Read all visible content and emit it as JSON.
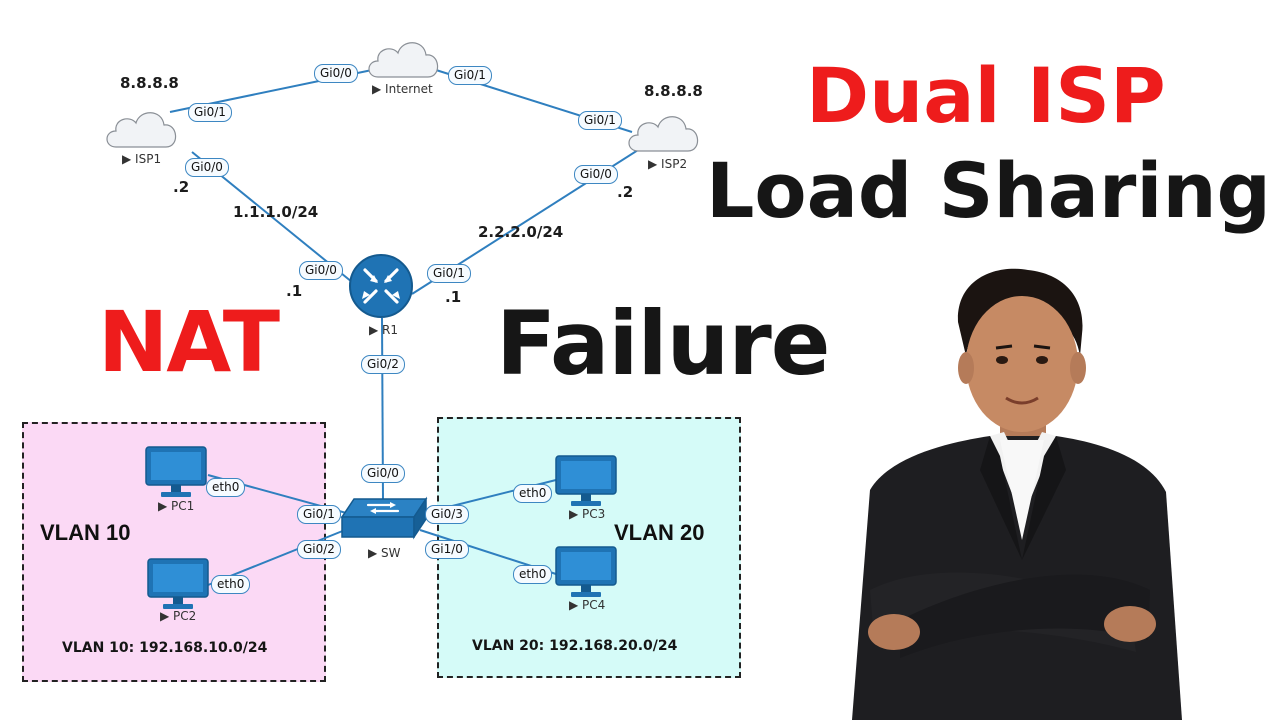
{
  "titles": {
    "line1": "Dual ISP",
    "line2": "Load Sharing",
    "nat": "NAT",
    "failure": "Failure"
  },
  "colors": {
    "red_title": "#ee1c1c",
    "dark_title": "#161616",
    "link": "#2f7fbf",
    "vlan10_bg": "#fbd9f5",
    "vlan20_bg": "#d5fbf8",
    "device_blue": "#1f73b4"
  },
  "devices": {
    "internet": "Internet",
    "isp1": "ISP1",
    "isp2": "ISP2",
    "r1": "R1",
    "sw": "SW",
    "pc1": "PC1",
    "pc2": "PC2",
    "pc3": "PC3",
    "pc4": "PC4"
  },
  "addresses": {
    "isp1_dns": "8.8.8.8",
    "isp2_dns": "8.8.8.8",
    "isp1_host": ".2",
    "isp2_host": ".2",
    "r1_left_host": ".1",
    "r1_right_host": ".1",
    "net1": "1.1.1.0/24",
    "net2": "2.2.2.0/24"
  },
  "ports": {
    "internet_left": "Gi0/0",
    "internet_right": "Gi0/1",
    "isp1_top": "Gi0/1",
    "isp1_bottom": "Gi0/0",
    "isp2_top": "Gi0/1",
    "isp2_bottom": "Gi0/0",
    "r1_left": "Gi0/0",
    "r1_right": "Gi0/1",
    "r1_bottom": "Gi0/2",
    "sw_top": "Gi0/0",
    "sw_left_top": "Gi0/1",
    "sw_left_bottom": "Gi0/2",
    "sw_right_top": "Gi0/3",
    "sw_right_bottom": "Gi1/0",
    "pc1": "eth0",
    "pc2": "eth0",
    "pc3": "eth0",
    "pc4": "eth0"
  },
  "vlans": {
    "v10_title": "VLAN 10",
    "v10_subnet": "VLAN 10: 192.168.10.0/24",
    "v20_title": "VLAN 20",
    "v20_subnet": "VLAN 20: 192.168.20.0/24"
  },
  "presenter_photo": "presenter-photo"
}
